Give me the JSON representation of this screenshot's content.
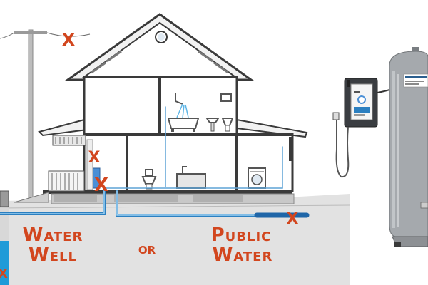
{
  "labels": {
    "water_well_line1": "Water",
    "water_well_line2": "Well",
    "or": "or",
    "public_line1": "Public",
    "public_line2": "Water"
  },
  "marker_text": "X",
  "colors": {
    "marker": "#d2461e",
    "label": "#d2461e",
    "pipe": "#2b7fc0",
    "wall": "#3a3a3a",
    "roof_fill": "#f2f2f2",
    "ground": "#e2e2e2",
    "tank": "#a5a9ad",
    "water": "#1f9bd8"
  },
  "icons": {
    "tank": "pressure-tank-icon",
    "controller": "uv-controller-icon",
    "washer": "washing-machine-icon",
    "toilet": "toilet-icon",
    "bathtub": "bathtub-icon",
    "shower": "shower-icon",
    "water_heater": "water-heater-icon",
    "utility_pole": "utility-pole-icon"
  }
}
